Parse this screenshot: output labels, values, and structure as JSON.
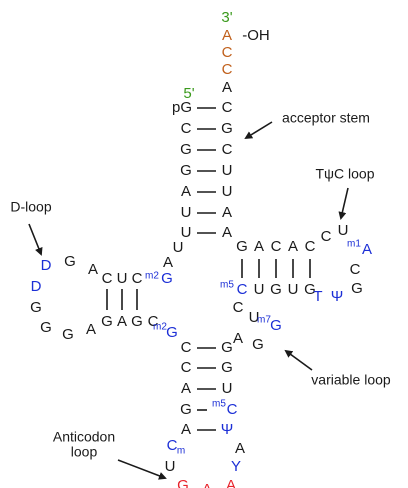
{
  "colors": {
    "black": "#1a1a1a",
    "orange": "#c0601c",
    "green": "#3a9a1c",
    "blue": "#1c2fd6",
    "red": "#e8222a"
  },
  "ends": {
    "three_prime": "3'",
    "five_prime": "5'",
    "oh": "-OH"
  },
  "acceptor_stem": {
    "tail": [
      "A",
      "C",
      "C",
      "A"
    ],
    "left": [
      "pG",
      "C",
      "G",
      "G",
      "A",
      "U",
      "U"
    ],
    "right": [
      "C",
      "G",
      "C",
      "U",
      "U",
      "A",
      "A"
    ]
  },
  "connector": {
    "after_acceptor": "U",
    "before_tpsic": "A"
  },
  "d_arm": {
    "stem_top": [
      "C",
      "U",
      "C"
    ],
    "stem_top_mod": {
      "sup": "m2",
      "base": "G"
    },
    "stem_bottom": [
      "G",
      "A",
      "G",
      "C"
    ],
    "stem_bottom_mod": {
      "sup": "m2",
      "base": "G"
    },
    "loop": [
      "A",
      "G",
      "D",
      "D",
      "G",
      "G",
      "G",
      "A"
    ]
  },
  "tpsic_arm": {
    "stem_top": [
      "G",
      "A",
      "C",
      "A",
      "C"
    ],
    "stem_bottom_mod": {
      "sup": "m5",
      "base": "C"
    },
    "stem_bottom": [
      "U",
      "G",
      "U",
      "G"
    ],
    "loop": [
      "C",
      "U",
      "C",
      "G",
      "Ψ",
      "T"
    ],
    "loop_mod": {
      "sup": "m1",
      "base": "A"
    }
  },
  "variable_region": {
    "bases": [
      "C",
      "U",
      "A",
      "G"
    ],
    "mod": {
      "sup": "m7",
      "base": "G"
    }
  },
  "anticodon_stem": {
    "left": [
      "C",
      "C",
      "A",
      "G",
      "A"
    ],
    "right": [
      "G",
      "G",
      "U",
      "C",
      "Ψ"
    ],
    "right_mod": {
      "sup": "m5",
      "base": "C"
    }
  },
  "anticodon_loop": {
    "cm": "C",
    "cm_sub": "m",
    "u": "U",
    "y": "Y",
    "a": "A",
    "anticodon": [
      "G",
      "A",
      "A"
    ]
  },
  "labels": {
    "acceptor": "acceptor stem",
    "tpsic": "TψC loop",
    "dloop": "D-loop",
    "variable": "variable loop",
    "anticodon_1": "Anticodon",
    "anticodon_2": "loop"
  }
}
